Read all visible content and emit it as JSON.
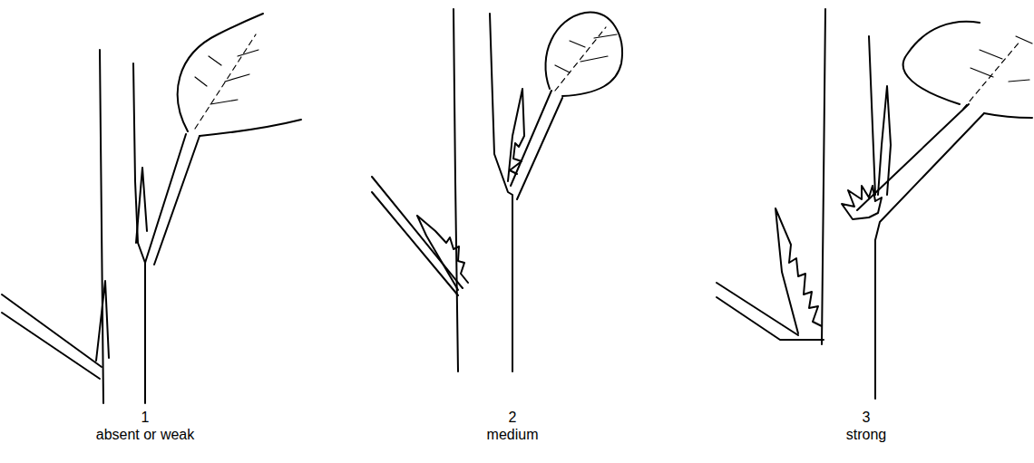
{
  "diagram": {
    "labels": [
      "1",
      "absent or weak",
      "2",
      "medium",
      "3",
      "strong"
    ]
  }
}
